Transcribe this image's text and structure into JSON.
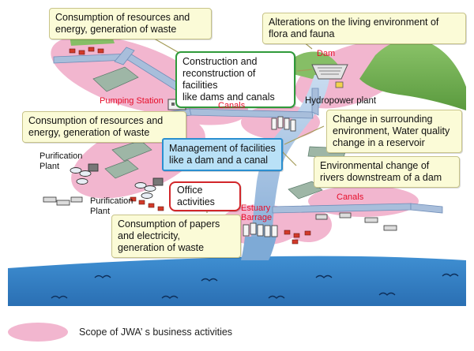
{
  "callouts": {
    "consumption_top": "Consumption of resources and\nenergy, generation of waste",
    "alterations": "Alterations on the living environment of\nflora and fauna",
    "construction": "Construction and\nreconstruction of facilities\nlike dams and canals",
    "consumption_mid": "Consumption of resources and\nenergy, generation of waste",
    "change_surrounding": "Change in surrounding\nenvironment, Water quality\nchange in a reservoir",
    "management": "Management of facilities\nlike a dam and a canal",
    "environmental_change": "Environmental change of\nrivers downstream of a dam",
    "office": "Office activities",
    "papers": "Consumption of papers\nand electricity,\ngeneration of waste"
  },
  "labels": {
    "dam": "Dam",
    "hydropower": "Hydropower plant",
    "pumping": "Pumping Station",
    "canals_upper": "Canals",
    "canals_lower": "Canals",
    "purification_1": "Purification\nPlant",
    "purification_2": "Purification\nPlant",
    "estuary": "Estuary\nBarrage"
  },
  "legend": {
    "text": "Scope of JWA’ s business activities",
    "color": "#f2b6cf"
  },
  "colors": {
    "scope": "#f2b6cf",
    "water": "#2f82c8",
    "canal": "#9fb7d6",
    "river": "#8fb2d8",
    "hill": "#7ab85a"
  }
}
